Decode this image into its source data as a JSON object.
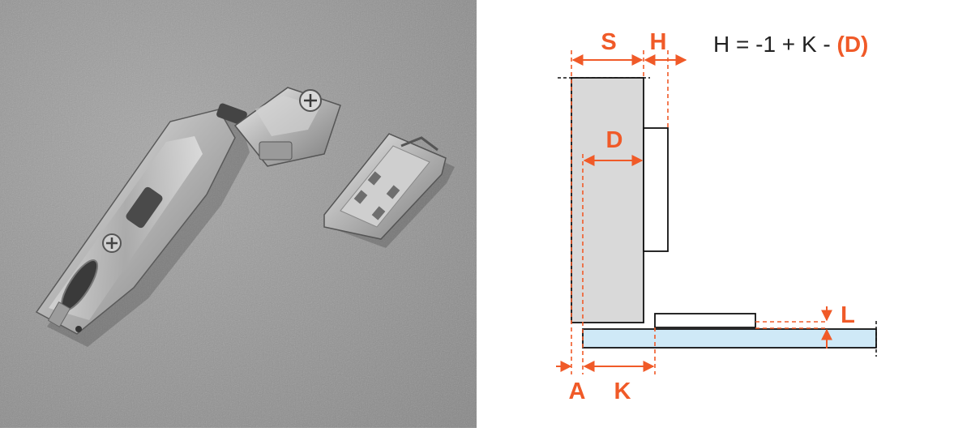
{
  "photo": {
    "subject": "concealed cabinet hinge with mounting plate on grey speckled background",
    "icons": [
      "hinge-photo",
      "mounting-plate-photo"
    ],
    "colors": {
      "background": "#8f8f8f",
      "metal": "#c9c9c9",
      "accent_plastic": "#4a4a4a"
    }
  },
  "diagram": {
    "formula": {
      "main": "H = -1 + K - ",
      "accent": "(D)"
    },
    "labels": {
      "S": "S",
      "H": "H",
      "D": "D",
      "L": "L",
      "A": "A",
      "K": "K"
    },
    "colors": {
      "dimension": "#f05a28",
      "panel_fill": "#d9d9d9",
      "base_fill": "#cfe9f7",
      "outline": "#111111"
    }
  }
}
